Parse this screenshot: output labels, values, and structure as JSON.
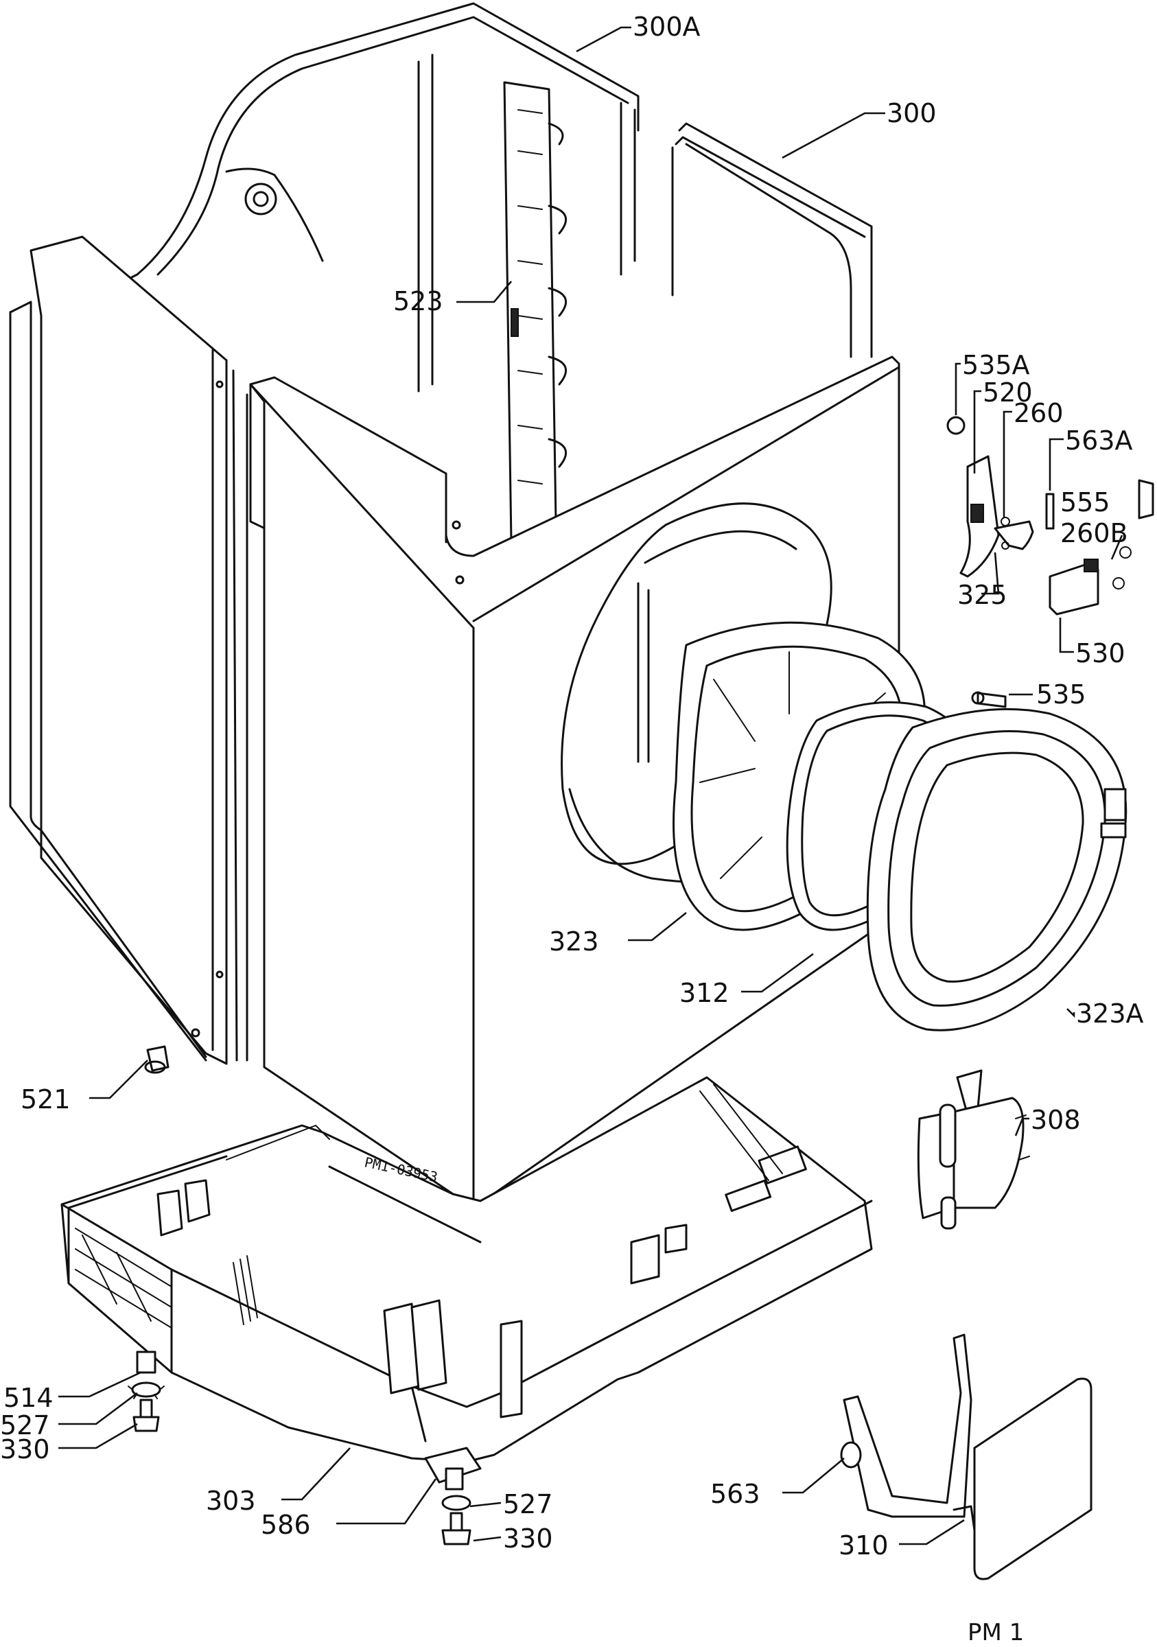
{
  "parts": [
    {
      "id": "p300A",
      "label": "300A"
    },
    {
      "id": "p300",
      "label": "300"
    },
    {
      "id": "p523",
      "label": "523"
    },
    {
      "id": "p535A",
      "label": "535A"
    },
    {
      "id": "p520",
      "label": "520"
    },
    {
      "id": "p260",
      "label": "260"
    },
    {
      "id": "p563A",
      "label": "563A"
    },
    {
      "id": "p555",
      "label": "555"
    },
    {
      "id": "p260B",
      "label": "260B"
    },
    {
      "id": "p325",
      "label": "325"
    },
    {
      "id": "p530",
      "label": "530"
    },
    {
      "id": "p535",
      "label": "535"
    },
    {
      "id": "p323",
      "label": "323"
    },
    {
      "id": "p312",
      "label": "312"
    },
    {
      "id": "p323A",
      "label": "323A"
    },
    {
      "id": "p521",
      "label": "521"
    },
    {
      "id": "p308",
      "label": "308"
    },
    {
      "id": "p514",
      "label": "514"
    },
    {
      "id": "p527a",
      "label": "527"
    },
    {
      "id": "p330a",
      "label": "330"
    },
    {
      "id": "p303",
      "label": "303"
    },
    {
      "id": "p586",
      "label": "586"
    },
    {
      "id": "p527b",
      "label": "527"
    },
    {
      "id": "p330b",
      "label": "330"
    },
    {
      "id": "p563",
      "label": "563"
    },
    {
      "id": "p310",
      "label": "310"
    }
  ],
  "drawing_number": "PM1-03953",
  "page_reference": "PM 1",
  "colors": {
    "line": "#111111",
    "background": "#ffffff"
  }
}
